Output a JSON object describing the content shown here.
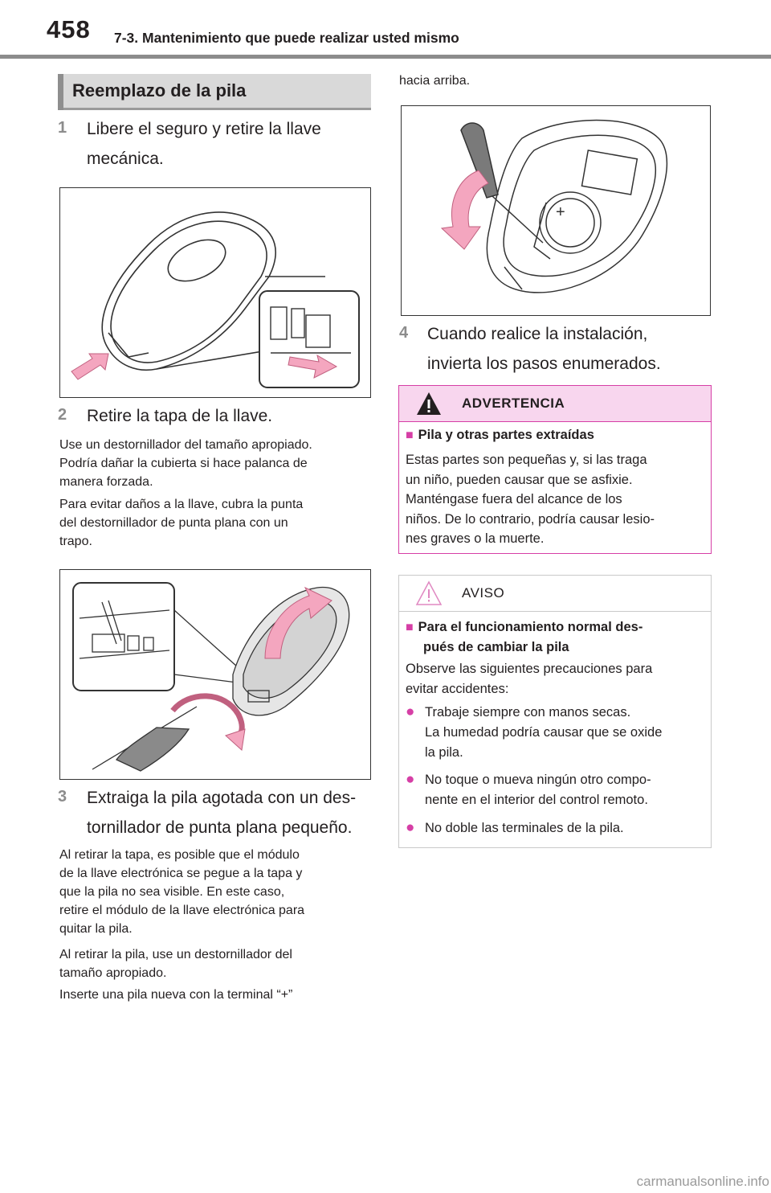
{
  "header": {
    "page_number": "458",
    "chapter": "7-3. Mantenimiento que puede realizar usted mismo"
  },
  "section": {
    "heading": "Reemplazo de la pila"
  },
  "steps": [
    {
      "num": "1",
      "line1": "Libere el seguro y retire la llave",
      "line2": "mecánica."
    },
    {
      "num": "2",
      "line1": "Retire la tapa de la llave."
    },
    {
      "num": "3",
      "line1": "Extraiga la pila agotada con un des-",
      "line2": "tornillador de punta plana pequeño."
    },
    {
      "num": "4",
      "line1": "Cuando realice la instalación,",
      "line2": "invierta los pasos enumerados."
    }
  ],
  "step2_notes": [
    [
      "Use un destornillador del tamaño apropiado.",
      "Podría dañar la cubierta si hace palanca de",
      "manera forzada."
    ],
    [
      "Para evitar daños a la llave, cubra la punta",
      "del destornillador de punta plana con un",
      "trapo."
    ]
  ],
  "step3_notes": [
    [
      "Al retirar la tapa, es posible que el módulo",
      "de la llave electrónica se pegue a la tapa y",
      "que la pila no sea visible. En este caso,",
      "retire el módulo de la llave electrónica para",
      "quitar la pila."
    ],
    [
      "Al retirar la pila, use un destornillador del",
      "tamaño apropiado."
    ],
    [
      "Inserte una pila nueva con la terminal “+”"
    ]
  ],
  "continued_text": "hacia arriba.",
  "battery_plus": "+",
  "warning": {
    "title": "ADVERTENCIA",
    "subheading": "Pila y otras partes extraídas",
    "lines": [
      "Estas partes son pequeñas y, si las traga",
      "un niño, pueden causar que se asfixie.",
      "Manténgase fuera del alcance de los",
      "niños. De lo contrario, podría causar lesio-",
      "nes graves o la muerte."
    ]
  },
  "notice": {
    "title": "AVISO",
    "subheading_line1": "Para el funcionamiento normal des-",
    "subheading_line2": "pués de cambiar la pila",
    "intro_line1": "Observe las siguientes precauciones para",
    "intro_line2": "evitar accidentes:",
    "bullets": [
      [
        "Trabaje siempre con manos secas.",
        "La humedad podría causar que se oxide",
        "la pila."
      ],
      [
        "No toque o mueva ningún otro compo-",
        "nente en el interior del control remoto."
      ],
      [
        "No doble las terminales de la pila."
      ]
    ]
  },
  "watermark": "carmanualsonline.info",
  "colors": {
    "accent_pink": "#d63fa6",
    "warning_fill": "#f8d6ee",
    "arrow_pink": "#f4a6bf",
    "gray_rule": "#8c8c8c"
  },
  "icons": [
    "warning-triangle-icon",
    "notice-triangle-icon",
    "square-bullet-icon",
    "circle-bullet-icon"
  ]
}
